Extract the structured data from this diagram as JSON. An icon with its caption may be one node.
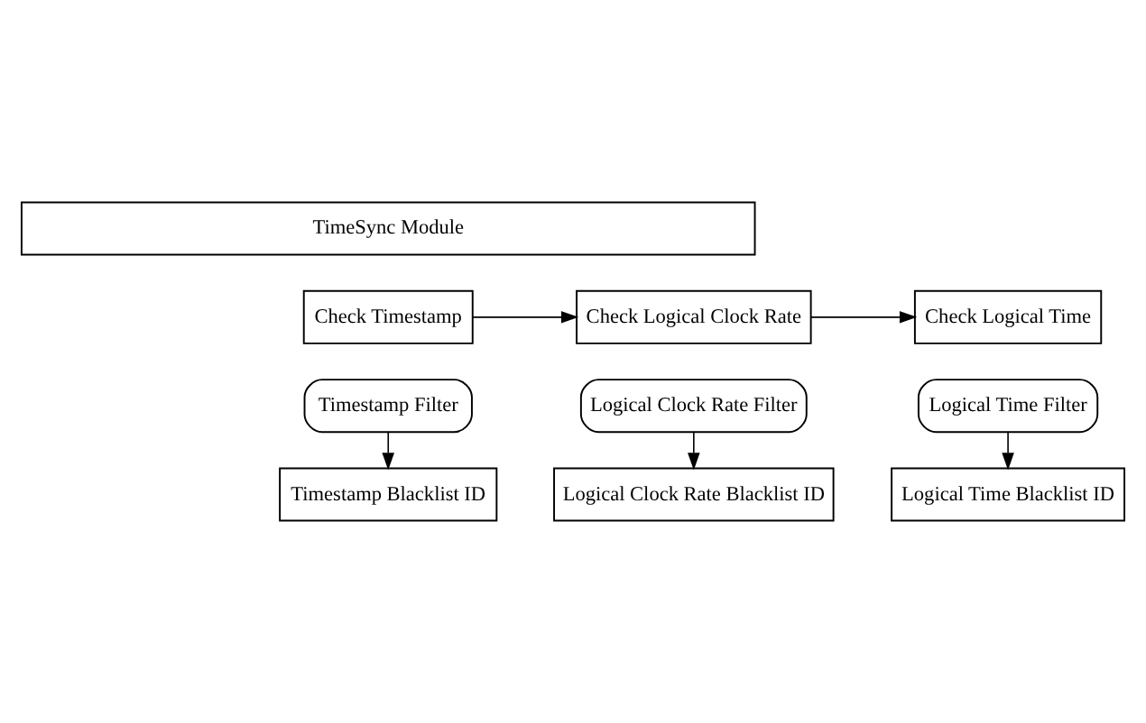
{
  "diagram": {
    "nodes": [
      {
        "text": [
          "TimeSync Module"
        ]
      },
      {
        "text": [
          "Check Timestamp"
        ]
      },
      {
        "text": [
          "Timestamp Filter"
        ]
      },
      {
        "text": [
          "Check Logical Clock Rate"
        ]
      },
      {
        "text": [
          "Logical Clock Rate Filter"
        ]
      },
      {
        "text": [
          "Check Logical Time"
        ]
      },
      {
        "text": [
          "Logical Time Filter"
        ]
      },
      {
        "text": [
          "Timestamp Blacklist ID"
        ]
      },
      {
        "text": [
          "Logical Clock Rate Blacklist ID"
        ]
      },
      {
        "text": [
          "Logical Time Blacklist ID"
        ]
      }
    ],
    "edges": [
      {
        "from": 1,
        "to": 3,
        "arrow": "to"
      },
      {
        "from": 3,
        "to": 5,
        "arrow": "to"
      },
      {
        "from": 2,
        "to": 7,
        "arrow": "to"
      },
      {
        "from": 4,
        "to": 8,
        "arrow": "to"
      },
      {
        "from": 6,
        "to": 9,
        "arrow": "to"
      }
    ]
  }
}
